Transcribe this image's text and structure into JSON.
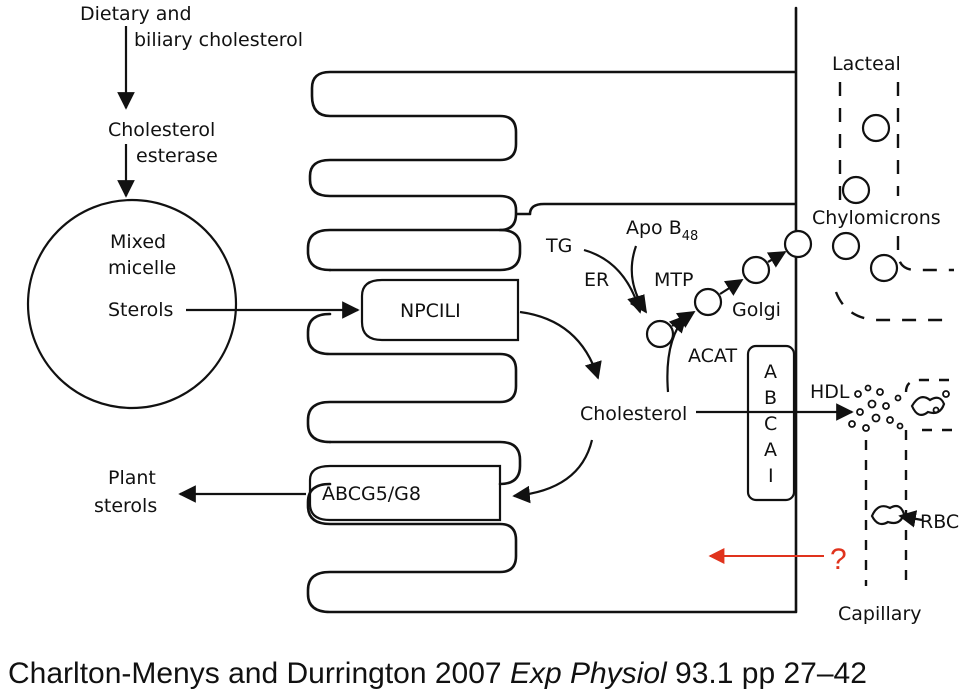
{
  "labels": {
    "dietary_line1": "Dietary and",
    "dietary_line2": "biliary cholesterol",
    "esterase_line1": "Cholesterol",
    "esterase_line2": "esterase",
    "micelle_line1": "Mixed",
    "micelle_line2": "micelle",
    "sterols": "Sterols",
    "npc1l1": "NPCILI",
    "cholesterol": "Cholesterol",
    "abcg": "ABCG5/G8",
    "plant_line1": "Plant",
    "plant_line2": "sterols",
    "tg": "TG",
    "er": "ER",
    "apob": "Apo B",
    "apob_sub": "48",
    "mtp": "MTP",
    "golgi": "Golgi",
    "acat": "ACAT",
    "abca1_letters": [
      "A",
      "B",
      "C",
      "A",
      "I"
    ],
    "lacteal": "Lacteal",
    "chylomicrons": "Chylomicrons",
    "hdl": "HDL",
    "rbc": "RBC",
    "capillary": "Capillary",
    "question": "?"
  },
  "citation": {
    "authors_year": "Charlton-Menys and Durrington 2007 ",
    "journal": "Exp Physiol",
    "volume_pages": " 93.1 pp 27–42"
  },
  "colors": {
    "ink": "#111111",
    "question_red": "#e0331d"
  }
}
